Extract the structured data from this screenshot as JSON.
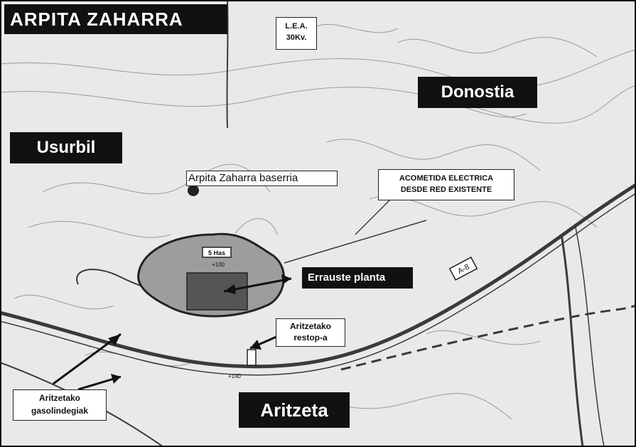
{
  "title": "ARPITA ZAHARRA",
  "places": {
    "donostia": "Donostia",
    "usurbil": "Usurbil",
    "aritzeta": "Aritzeta"
  },
  "annotations": {
    "baserria": "Arpita Zaharra baserria",
    "plant": "Errauste planta",
    "restop": [
      "Aritzetako",
      "restop-a"
    ],
    "gasstations": [
      "Aritzetako",
      "gasolindegiak"
    ],
    "powerline": [
      "L.E.A.",
      "30Kv."
    ],
    "acometida": [
      "ACOMETIDA ELECTRICA",
      "DESDE RED EXISTENTE"
    ]
  },
  "map_labels": {
    "area": "5 Has",
    "elev_plant": "+100",
    "elev_restop": "+140",
    "highway": "A-8"
  },
  "colors": {
    "background": "#e9e9e9",
    "contour": "#9a9a9a",
    "road": "#3a3a3a",
    "plant_fill": "#555555",
    "site_fill": "#9d9d9d",
    "label_black": "#111111"
  }
}
